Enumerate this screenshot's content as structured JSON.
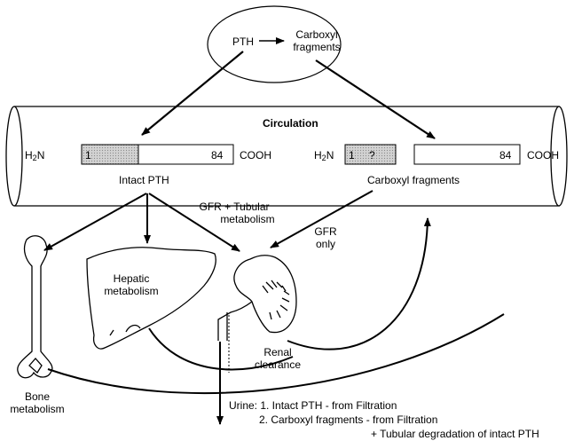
{
  "pool": {
    "pth": "PTH",
    "carboxyl_fragments_line1": "Carboxyl",
    "carboxyl_fragments_line2": "fragments"
  },
  "circulation": {
    "title": "Circulation",
    "intact": {
      "n_terminus_h": "H",
      "n_terminus_sub": "2",
      "n_terminus_n": "N",
      "start_residue": "1",
      "end_residue": "84",
      "c_terminus": "COOH",
      "label": "Intact PTH"
    },
    "fragment": {
      "n_terminus_h": "H",
      "n_terminus_sub": "2",
      "n_terminus_n": "N",
      "start_residue": "1",
      "unknown": "?",
      "end_residue": "84",
      "c_terminus": "COOH",
      "label": "Carboxyl fragments"
    }
  },
  "pathways": {
    "gfr_tubular_line1": "GFR + Tubular",
    "gfr_tubular_line2": "metabolism",
    "gfr_only_line1": "GFR",
    "gfr_only_line2": "only"
  },
  "organs": {
    "hepatic_line1": "Hepatic",
    "hepatic_line2": "metabolism",
    "renal_line1": "Renal",
    "renal_line2": "clearance",
    "bone_line1": "Bone",
    "bone_line2": "metabolism"
  },
  "urine": {
    "line1": "Urine: 1. Intact PTH - from Filtration",
    "line2": "2. Carboxyl fragments - from Filtration",
    "line3": "+ Tubular degradation of intact PTH"
  }
}
